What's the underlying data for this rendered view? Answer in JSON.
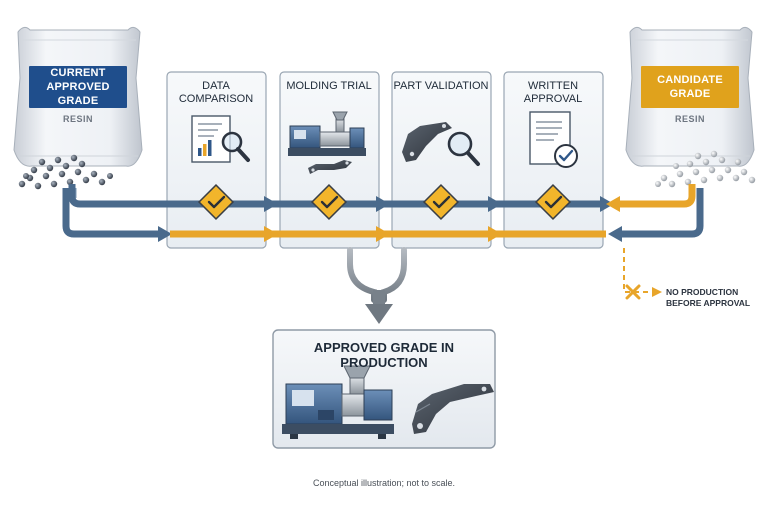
{
  "bags": {
    "current": {
      "label": "CURRENT APPROVED GRADE",
      "sub": "RESIN",
      "color": "#1f4e8c"
    },
    "candidate": {
      "label": "CANDIDATE GRADE",
      "sub": "RESIN",
      "color": "#e0a21c"
    }
  },
  "steps": [
    {
      "title": "DATA COMPARISON",
      "icon": "document-magnifier-icon"
    },
    {
      "title": "MOLDING TRIAL",
      "icon": "molding-machine-icon"
    },
    {
      "title": "PART VALIDATION",
      "icon": "part-inspection-icon"
    },
    {
      "title": "WRITTEN APPROVAL",
      "icon": "signed-document-icon"
    }
  ],
  "production": {
    "title": "APPROVED GRADE IN PRODUCTION"
  },
  "blocked": {
    "label": "NO PRODUCTION BEFORE APPROVAL"
  },
  "footnote": "Conceptual illustration; not to scale.",
  "colors": {
    "current_flow": "#4a6a8c",
    "candidate_flow": "#e8a52a",
    "check_badge": "#f2b52b",
    "merge_arrow": "#8a939d"
  }
}
